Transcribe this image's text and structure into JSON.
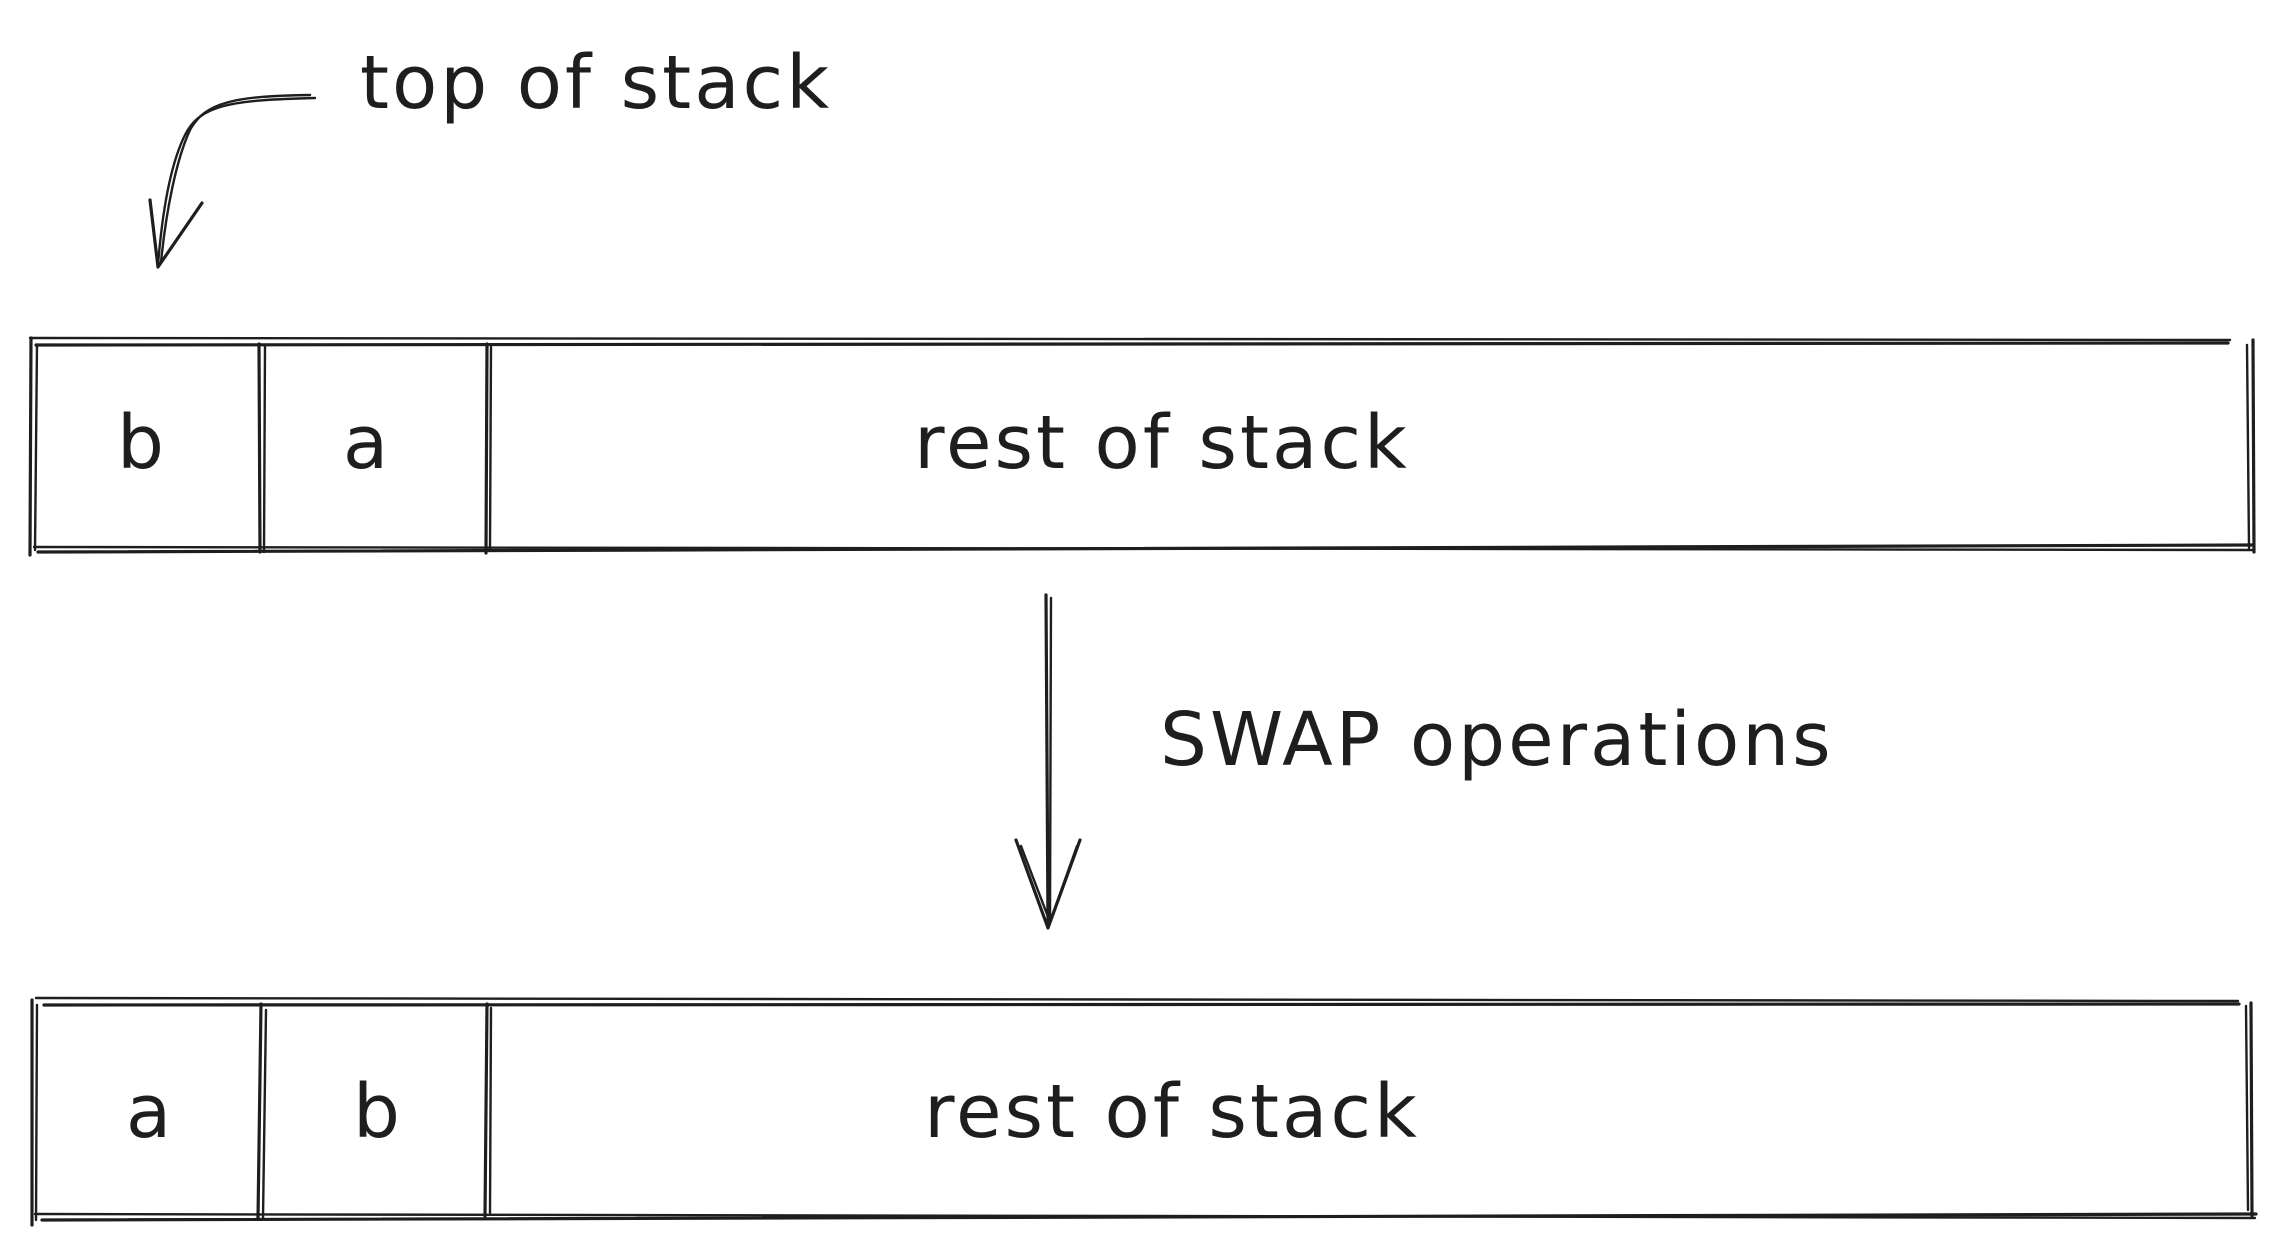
{
  "annotation": {
    "top_of_stack": "top of stack"
  },
  "operation": {
    "label": "SWAP operations"
  },
  "stack_before": {
    "cells": [
      "b",
      "a"
    ],
    "rest_label": "rest of stack"
  },
  "stack_after": {
    "cells": [
      "a",
      "b"
    ],
    "rest_label": "rest of stack"
  }
}
